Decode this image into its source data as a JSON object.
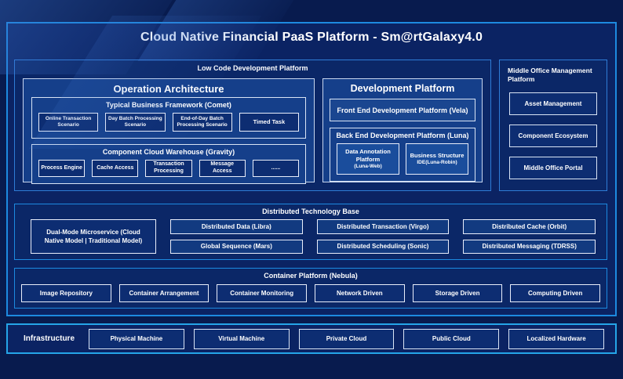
{
  "title": "Cloud Native Financial PaaS Platform - Sm@rtGalaxy4.0",
  "colors": {
    "page_bg": "#081b4e",
    "panel_bg": "#0b2363",
    "outer_border": "#1d8ae0",
    "section_border": "#2f7cd6",
    "infra_border": "#25a5e8",
    "box_bg": "#153f8a",
    "leaf_bg": "#0d2d72",
    "leaf_border": "#e9eefb",
    "text": "#ffffff"
  },
  "low_code": {
    "label": "Low Code Development Platform",
    "operation_architecture": {
      "label": "Operation Architecture",
      "comet": {
        "label": "Typical Business Framework (Comet)",
        "items": [
          "Online Transaction Scenario",
          "Day Batch Processing Scenario",
          "End-of-Day Batch Processing Scenario",
          "Timed Task"
        ]
      },
      "gravity": {
        "label": "Component Cloud Warehouse (Gravity)",
        "items": [
          "Process Engine",
          "Cache Access",
          "Transaction Processing",
          "Message Access",
          "......"
        ]
      }
    },
    "development_platform": {
      "label": "Development Platform",
      "front_end": "Front End Development Platform (Vela)",
      "back_end": {
        "label": "Back End Development Platform (Luna)",
        "items": [
          {
            "name": "Data Annotation Platform",
            "code": "(Luna-Web)"
          },
          {
            "name": "Business Structure",
            "code": "IDE(Luna-Robin)"
          }
        ]
      }
    }
  },
  "middle_office": {
    "label": "Middle Office Management Platform",
    "items": [
      "Asset Management",
      "Component Ecosystem",
      "Middle Office Portal"
    ]
  },
  "distributed": {
    "label": "Distributed Technology Base",
    "dual_mode": "Dual-Mode Microservice (Cloud Native Model | Traditional Model)",
    "grid": [
      "Distributed Data (Libra)",
      "Distributed Transaction (Virgo)",
      "Distributed Cache (Orbit)",
      "Global Sequence (Mars)",
      "Distributed Scheduling (Sonic)",
      "Distributed Messaging (TDRSS)"
    ]
  },
  "container_platform": {
    "label": "Container Platform (Nebula)",
    "items": [
      "Image Repository",
      "Container Arrangement",
      "Container Monitoring",
      "Network Driven",
      "Storage Driven",
      "Computing Driven"
    ]
  },
  "infrastructure": {
    "label": "Infrastructure",
    "items": [
      "Physical Machine",
      "Virtual Machine",
      "Private Cloud",
      "Public Cloud",
      "Localized Hardware"
    ]
  }
}
